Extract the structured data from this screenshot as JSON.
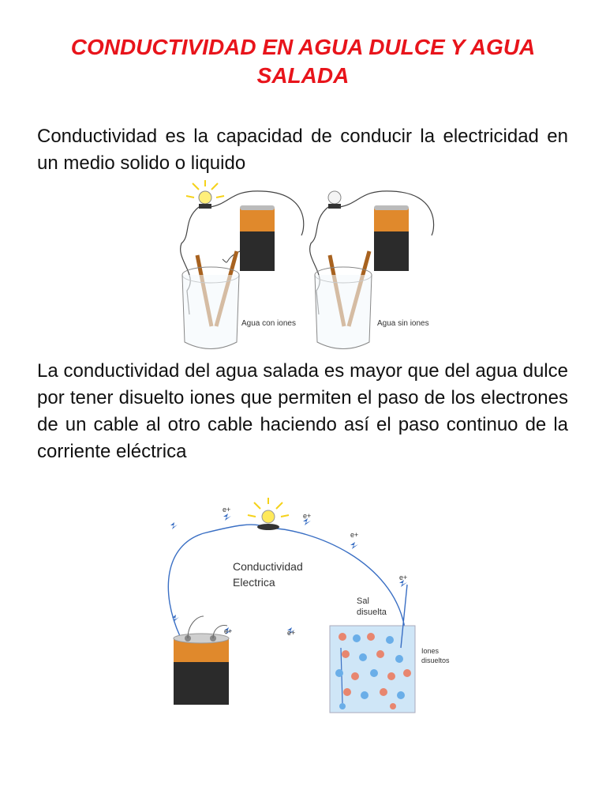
{
  "title": "CONDUCTIVIDAD EN AGUA DULCE Y AGUA SALADA",
  "paragraph1": "Conductividad es la capacidad de conducir la electricidad en un medio solido o liquido",
  "figure1": {
    "left_label": "Agua con iones",
    "right_label": "Agua sin iones"
  },
  "paragraph2": "La conductividad del agua salada es mayor que del agua dulce por tener disuelto iones que permiten el paso de los electrones de un cable al otro cable haciendo así el paso continuo de la corriente eléctrica",
  "figure2": {
    "title_line1": "Conductividad",
    "title_line2": "Electrica",
    "salt_line1": "Sal",
    "salt_line2": "disuelta",
    "ions_line1": "Iones",
    "ions_line2": "disueltos",
    "electron_label": "e+"
  },
  "colors": {
    "title": "#e8141b",
    "battery_copper": "#e0892c",
    "battery_black": "#2b2b2b",
    "wire": "#3a6fc4",
    "water": "#cfe6f7"
  }
}
